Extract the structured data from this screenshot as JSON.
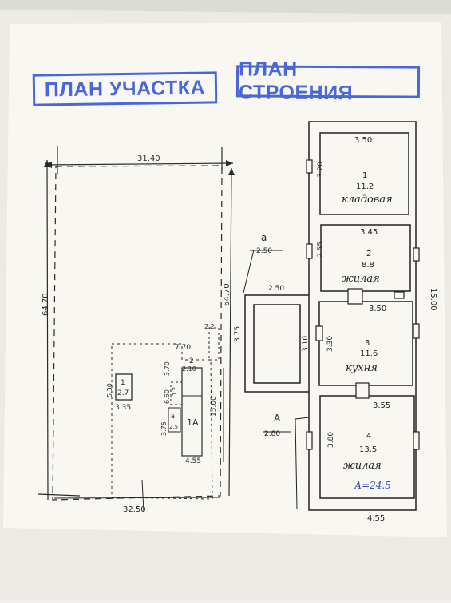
{
  "stamps": {
    "site_plan": "ПЛАН УЧАСТКА",
    "building_plan": "ПЛАН СТРОЕНИЯ"
  },
  "site": {
    "top_width": "31.40",
    "left_length": "64.70",
    "right_length": "64.70",
    "bottom_width": "32.50",
    "shed": {
      "number": "1",
      "area": "2.7",
      "width": "3.35",
      "side": "5.30"
    },
    "plot_top_segment": "7.70",
    "small_dim": "2.2",
    "side_dims": [
      "3.70",
      "6.60",
      "3.75"
    ],
    "house_length": "15.00",
    "house_width": "4.55",
    "labels": {
      "two": "2",
      "two_val": "2.10",
      "a": "а",
      "a_val": "2.5",
      "main": "1А",
      "b1": "1.2"
    }
  },
  "building": {
    "rooms": [
      {
        "num": "1",
        "area": "11.2",
        "name": "кладовая",
        "width": "3.50",
        "depth": "3.20"
      },
      {
        "num": "2",
        "area": "8.8",
        "name": "жилая",
        "width": "3.45",
        "depth": "2.55"
      },
      {
        "num": "3",
        "area": "11.6",
        "name": "кухня",
        "width": "3.50",
        "depth": "3.10",
        "inner": "3.30"
      },
      {
        "num": "4",
        "area": "13.5",
        "name": "жилая",
        "width": "3.55",
        "depth": "3.80",
        "inner": "3.80"
      }
    ],
    "porch": {
      "label": "а",
      "width": "2.50",
      "depth_top": "2.50",
      "depth_side": "3.75"
    },
    "annex": {
      "label": "А",
      "width": "2.80"
    },
    "total_length": "15.00",
    "bottom_width": "4.55",
    "total_area_note": "А=24.5"
  }
}
